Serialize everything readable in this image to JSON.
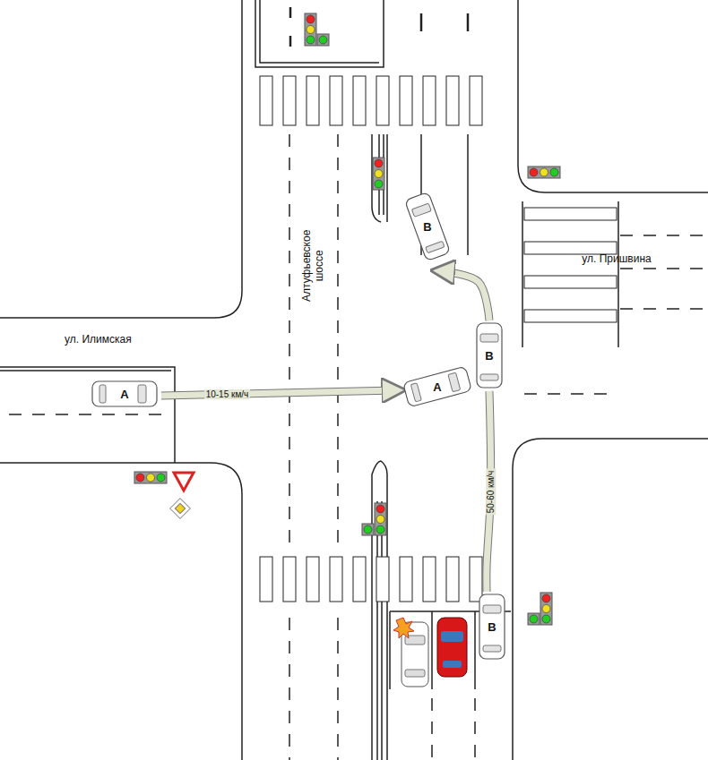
{
  "diagram": {
    "nodes": [
      {
        "text": [
          "A"
        ]
      },
      {
        "text": [
          "A"
        ]
      },
      {
        "text": [
          "B"
        ]
      },
      {
        "text": [
          "B"
        ]
      },
      {
        "text": [
          "B"
        ]
      }
    ],
    "edges": [
      {
        "from": 0,
        "to": 1,
        "arrow": "to",
        "label": "10-15 км/ч"
      },
      {
        "from": 2,
        "to": 3,
        "arrow": "none",
        "label": "50-60 км/ч"
      },
      {
        "from": 3,
        "to": 4,
        "arrow": "to"
      }
    ],
    "labels": [
      "ул. Илимская",
      "Алтуфьевское шоссе",
      "ул. Пришвина"
    ]
  }
}
